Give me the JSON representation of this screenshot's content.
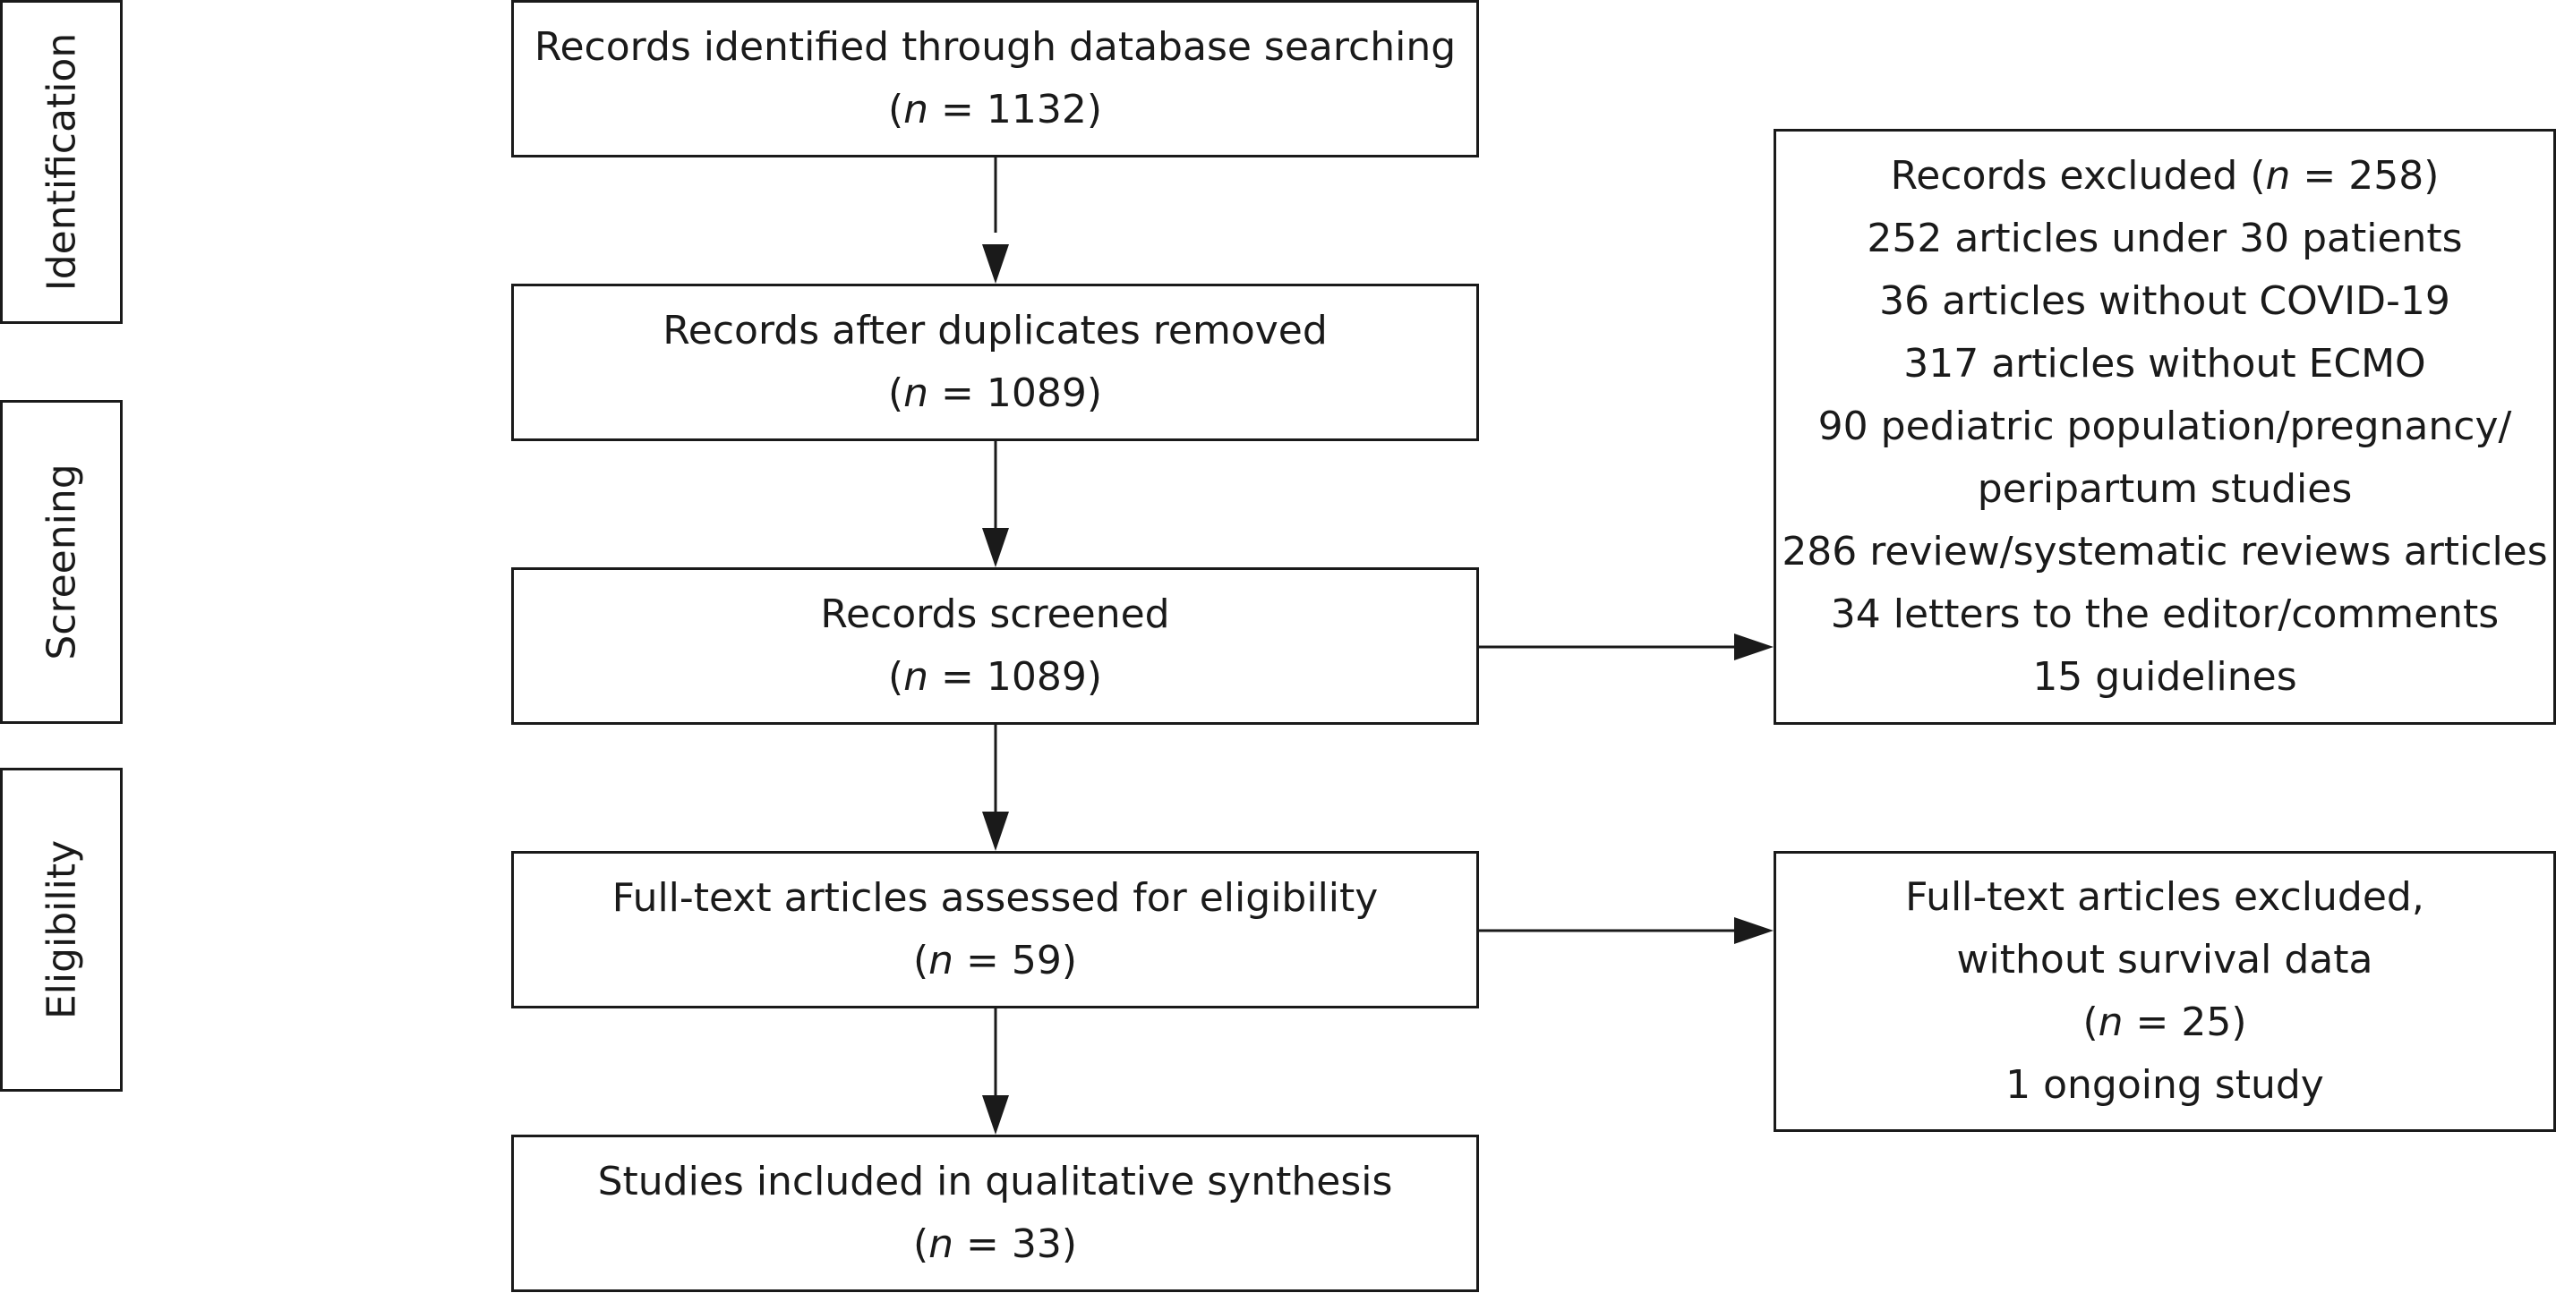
{
  "stages": {
    "identification": "Identification",
    "screening": "Screening",
    "eligibility": "Eligibility"
  },
  "boxes": {
    "identified": {
      "text": "Records identified through database searching",
      "n_prefix": "(",
      "n_var": "n",
      "n_value": " = 1132)"
    },
    "deduplicated": {
      "text": "Records after duplicates removed",
      "n_prefix": "(",
      "n_var": "n",
      "n_value": " = 1089)"
    },
    "screened": {
      "text": "Records screened",
      "n_prefix": "(",
      "n_var": "n",
      "n_value": " = 1089)"
    },
    "fulltext": {
      "text": "Full-text articles assessed for eligibility",
      "n_prefix": "(",
      "n_var": "n",
      "n_value": " = 59)"
    },
    "included": {
      "text": "Studies included in qualitative synthesis",
      "n_prefix": "(",
      "n_var": "n",
      "n_value": " = 33)"
    },
    "excluded_records": {
      "title_prefix": "Records excluded (",
      "title_var": "n",
      "title_value": " = 258)",
      "lines": [
        "252 articles under 30 patients",
        "36 articles without COVID-19",
        "317 articles without ECMO",
        "90 pediatric population/pregnancy/",
        "peripartum studies",
        "286 review/systematic reviews articles",
        "34 letters to the editor/comments",
        "15 guidelines"
      ]
    },
    "excluded_fulltext": {
      "line1": "Full-text articles excluded,",
      "line2": "without survival data",
      "n_prefix": "(",
      "n_var": "n",
      "n_value": " = 25)",
      "line4": "1 ongoing study"
    }
  }
}
